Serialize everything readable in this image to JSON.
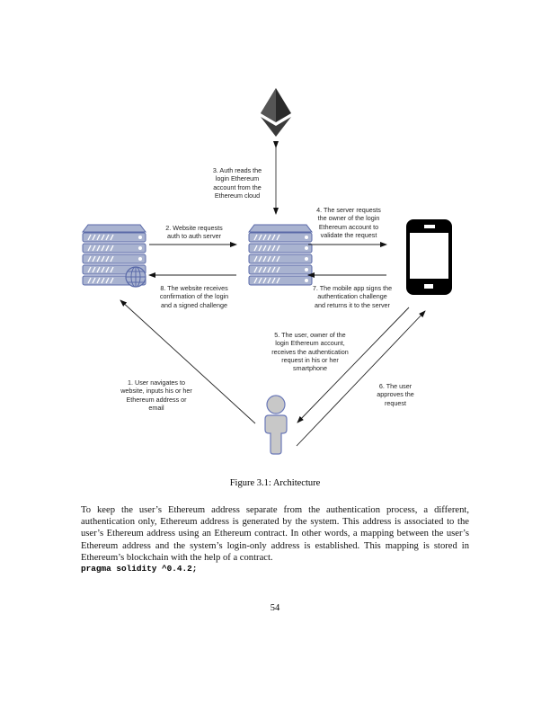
{
  "figure": {
    "labels": {
      "step1": "1. User navigates to\nwebsite, inputs his or her\nEthereum address or\nemail",
      "step2": "2. Website requests\nauth to auth server",
      "step3": "3. Auth reads the\nlogin Ethereum\naccount from the\nEthereum cloud",
      "step4": "4. The server requests\nthe owner of the login\nEthereum account to\nvalidate the request",
      "step5": "5. The user, owner of the\nlogin Ethereum account,\nreceives the authentication\nrequest in his or her\nsmartphone",
      "step6": "6. The user\napproves the\nrequest",
      "step7": "7. The mobile app signs the\nauthentication challenge\nand returns it to the server",
      "step8": "8. The website receives\nconfirmation of the login\nand a signed challenge"
    },
    "caption": "Figure 3.1:  Architecture",
    "colors": {
      "server_fill": "#a9b3d0",
      "server_stroke": "#5a6aa8",
      "user_fill": "#c8c8c8"
    }
  },
  "body": {
    "paragraph": "To keep the user’s Ethereum address separate from the authentication process, a different, authentication only, Ethereum address is generated by the system. This address is associated to the user’s Ethereum address using an Ethereum contract. In other words, a mapping between the user’s Ethereum address and the system’s login-only address is established. This mapping is stored in Ethereum’s blockchain with the help of a contract.",
    "code": "pragma solidity ^0.4.2;"
  },
  "page_number": "54"
}
